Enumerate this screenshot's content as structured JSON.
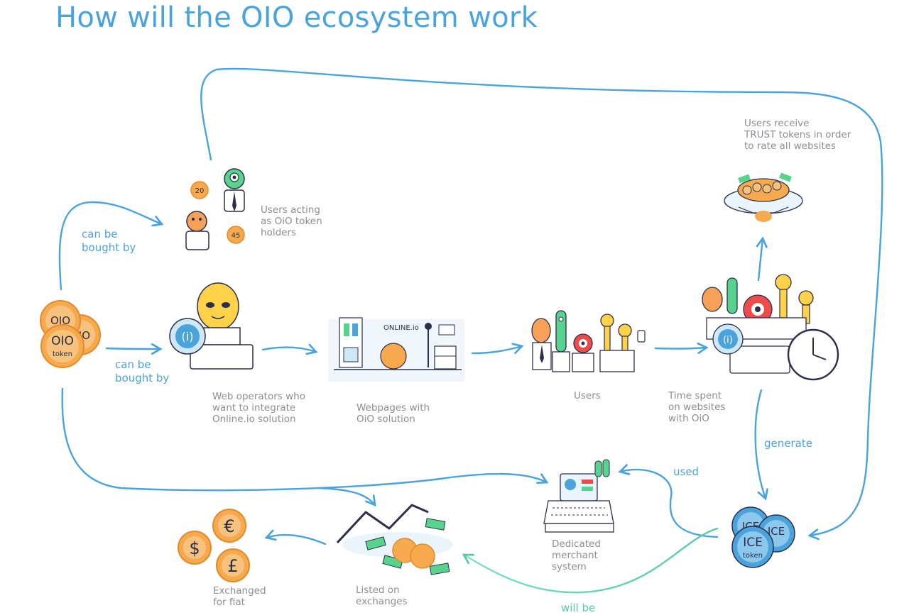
{
  "title": "How will the OIO ecosystem work",
  "nodes": {
    "oio_token": {
      "coin_text": "OIO",
      "coin_sub": "token"
    },
    "holders": {
      "label": "Users acting\nas OiO token\nholders",
      "coin_20": "20",
      "coin_45": "45"
    },
    "operators": {
      "label": "Web operators who\nwant to integrate\nOnline.io solution"
    },
    "webpages": {
      "label": "Webpages with\nOiO solution",
      "screen_text": "ONLINE.io"
    },
    "users": {
      "label": "Users"
    },
    "time_spent": {
      "label": "Time spent\non websites\nwith OiO"
    },
    "trust": {
      "label": "Users receive\nTRUST tokens in order\nto rate all websites"
    },
    "ice_token": {
      "coin_text": "ICE",
      "coin_sub": "token"
    },
    "merchant": {
      "label": "Dedicated\nmerchant\nsystem"
    },
    "exchanges": {
      "label": "Listed on\nexchanges"
    },
    "fiat": {
      "label": "Exchanged\nfor fiat",
      "symbols": [
        "€",
        "$",
        "£"
      ]
    }
  },
  "edges": {
    "can_be_bought_by_top": "can be\nbought by",
    "can_be_bought_by_mid": "can be\nbought by",
    "generate": "generate",
    "used": "used",
    "will_be": "will be"
  },
  "colors": {
    "accent": "#4aa3db",
    "green": "#55c9a8",
    "coin": "#f6a94d",
    "coin_inner": "#f7c27d",
    "ink": "#2c2f4a"
  }
}
